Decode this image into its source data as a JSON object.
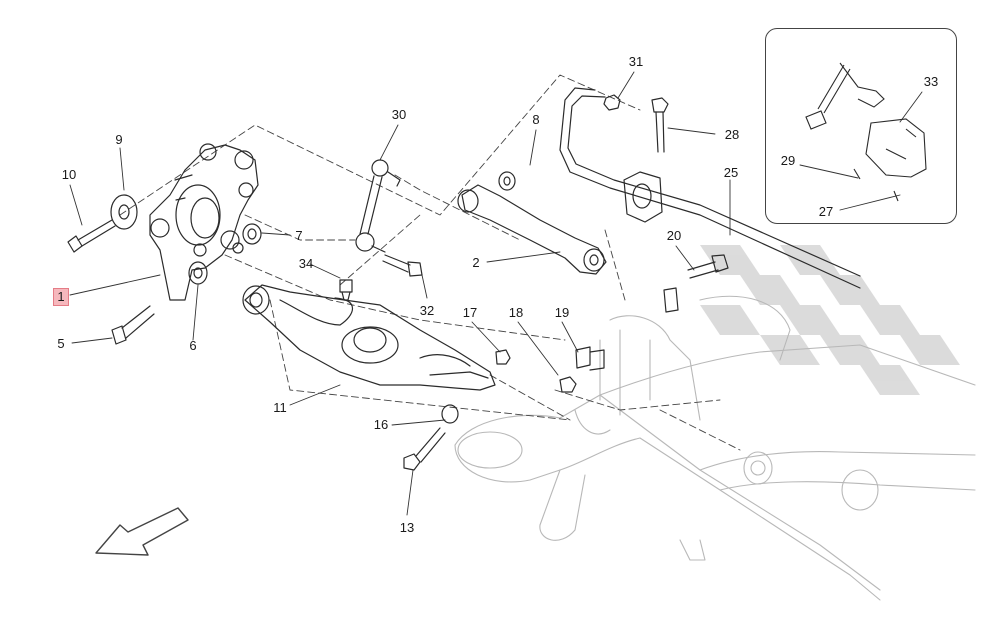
{
  "diagram": {
    "highlighted": "1",
    "callouts": [
      "1",
      "2",
      "5",
      "6",
      "7",
      "8",
      "9",
      "10",
      "11",
      "13",
      "16",
      "17",
      "18",
      "19",
      "20",
      "25",
      "27",
      "28",
      "29",
      "30",
      "31",
      "32",
      "33",
      "34"
    ]
  }
}
